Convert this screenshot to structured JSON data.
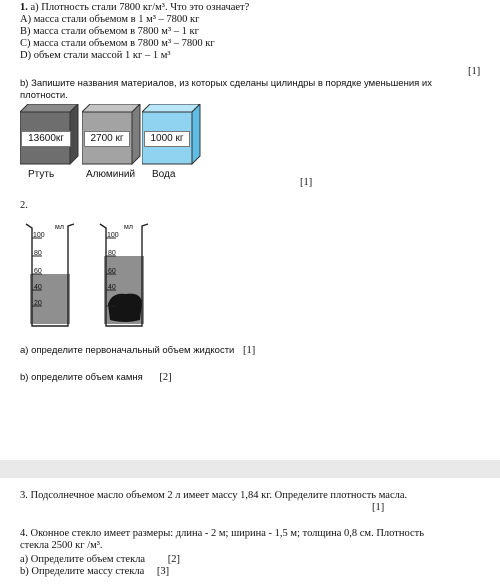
{
  "q1": {
    "title_num": "1.",
    "title_text": "a) Плотность стали 7800 кг/м³. Что это означает?",
    "options": [
      "A) масса стали объемом в 1 м³ – 7800 кг",
      "B) масса стали объемом в 7800 м³ – 1 кг",
      "C) масса стали объемом в 7800 м³ – 7800 кг",
      "D) объем стали массой 1 кг – 1 м³"
    ],
    "mark1": "[1]",
    "b_line1": "b) Запишите названия материалов, из которых сделаны цилиндры в порядке уменьшения их",
    "b_line2": "плотности.",
    "cubes": [
      {
        "label": "13600кг",
        "caption": "Ртуть",
        "color": "#6e6e6e"
      },
      {
        "label": "2700 кг",
        "caption": "Алюминий",
        "color": "#a3a3a3"
      },
      {
        "label": "1000 кг",
        "caption": "Вода",
        "color": "#8fd3f0"
      }
    ],
    "mark2": "[1]"
  },
  "q2": {
    "num": "2.",
    "unit": "мл",
    "ticks": [
      "100",
      "80",
      "60",
      "40",
      "20"
    ],
    "a": "a) определите первоначальный объем жидкости",
    "a_mark": "[1]",
    "b": "b) определите объем камня",
    "b_mark": "[2]"
  },
  "q3": {
    "text": "3.  Подсолнечное масло объемом 2 л имеет массу 1,84 кг. Определите плотность масла.",
    "mark": "[1]"
  },
  "q4": {
    "line1": "4. Оконное стекло имеет размеры: длина - 2 м; ширина - 1,5 м; толщина 0,8 см.  Плотность",
    "line2": "стекла  2500 кг /м³.",
    "a": "a) Определите объем стекла",
    "a_mark": "[2]",
    "b": "b) Определите массу стекла",
    "b_mark": "[3]"
  }
}
